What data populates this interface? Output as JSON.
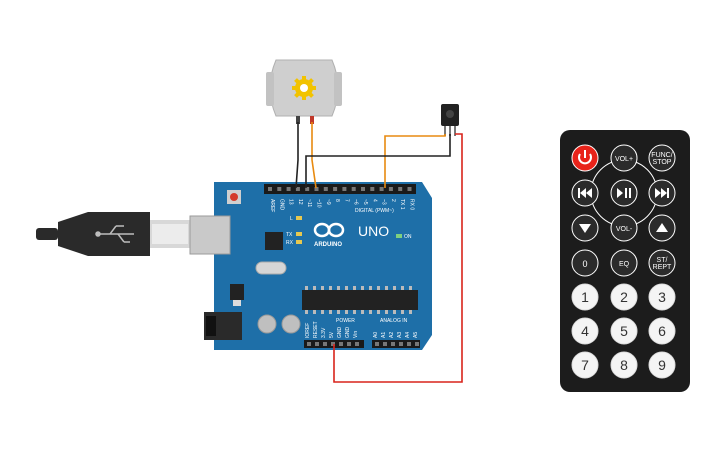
{
  "board": {
    "brand": "ARDUINO",
    "model": "UNO",
    "digital_label": "DIGITAL (PWM~)",
    "power_label": "POWER",
    "analog_label": "ANALOG IN",
    "on_label": "ON",
    "l_label": "L",
    "tx_label": "TX",
    "rx_label": "RX",
    "top_pins": [
      "AREF",
      "GND",
      "13",
      "12",
      "~11",
      "~10",
      "~9",
      "8",
      "7",
      "~6",
      "~5",
      "4",
      "~3",
      "2",
      "TX 1",
      "RX 0"
    ],
    "power_pins": [
      "IOREF",
      "RESET",
      "3.3V",
      "5V",
      "GND",
      "GND",
      "Vin"
    ],
    "analog_pins": [
      "A0",
      "A1",
      "A2",
      "A3",
      "A4",
      "A5"
    ]
  },
  "remote": {
    "buttons": {
      "vol_up": "VOL+",
      "func_stop": "FUNC/\nSTOP",
      "vol_down": "VOL-",
      "eq": "EQ",
      "st_rept": "ST/\nREPT",
      "zero": "0"
    },
    "digits": [
      "1",
      "2",
      "3",
      "4",
      "5",
      "6",
      "7",
      "8",
      "9"
    ],
    "colors": {
      "body": "#1c1c1c",
      "power": "#e8231a",
      "button": "#2b2b2b",
      "digit_button": "#f4f4f4"
    }
  },
  "colors": {
    "board": "#1e6fa8",
    "wire_black": "#222222",
    "wire_orange": "#e88a10",
    "wire_red": "#d9241c",
    "motor_body": "#cfcfcf",
    "gear": "#f2c300"
  }
}
